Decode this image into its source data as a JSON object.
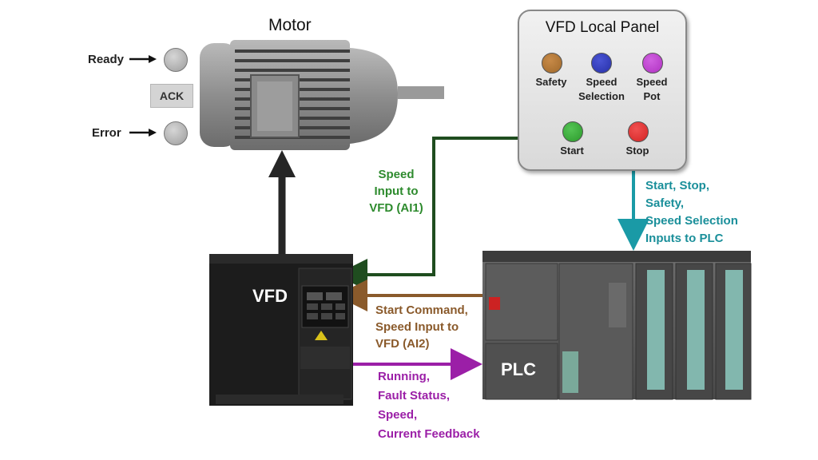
{
  "motor": {
    "title": "Motor"
  },
  "status": {
    "ready_label": "Ready",
    "error_label": "Error",
    "ack_label": "ACK"
  },
  "panel": {
    "title": "VFD Local Panel",
    "buttons": [
      {
        "label": "Safety",
        "color": "#a0692b"
      },
      {
        "label": "Speed Selection",
        "color": "#2630a8"
      },
      {
        "label": "Speed Pot",
        "color": "#b032c2"
      },
      {
        "label": "Start",
        "color": "#2c9a2c"
      },
      {
        "label": "Stop",
        "color": "#d42424"
      }
    ]
  },
  "vfd": {
    "label": "VFD"
  },
  "plc": {
    "label": "PLC"
  },
  "signals": {
    "speed_input_ai1": [
      "Speed",
      "Input to",
      "VFD (AI1)"
    ],
    "plc_inputs": [
      "Start, Stop,",
      "Safety,",
      "Speed Selection",
      "Inputs to PLC"
    ],
    "start_command": [
      "Start Command,",
      "Speed Input to",
      "VFD (AI2)"
    ],
    "feedback": [
      "Running,",
      "Fault Status,",
      "Speed,",
      "Current Feedback"
    ]
  },
  "colors": {
    "green_line": "#1f4d1f",
    "teal_line": "#1a9aa6",
    "brown_line": "#8a5a2b",
    "purple_line": "#9b1fa7",
    "motor_arrow": "#262626"
  }
}
